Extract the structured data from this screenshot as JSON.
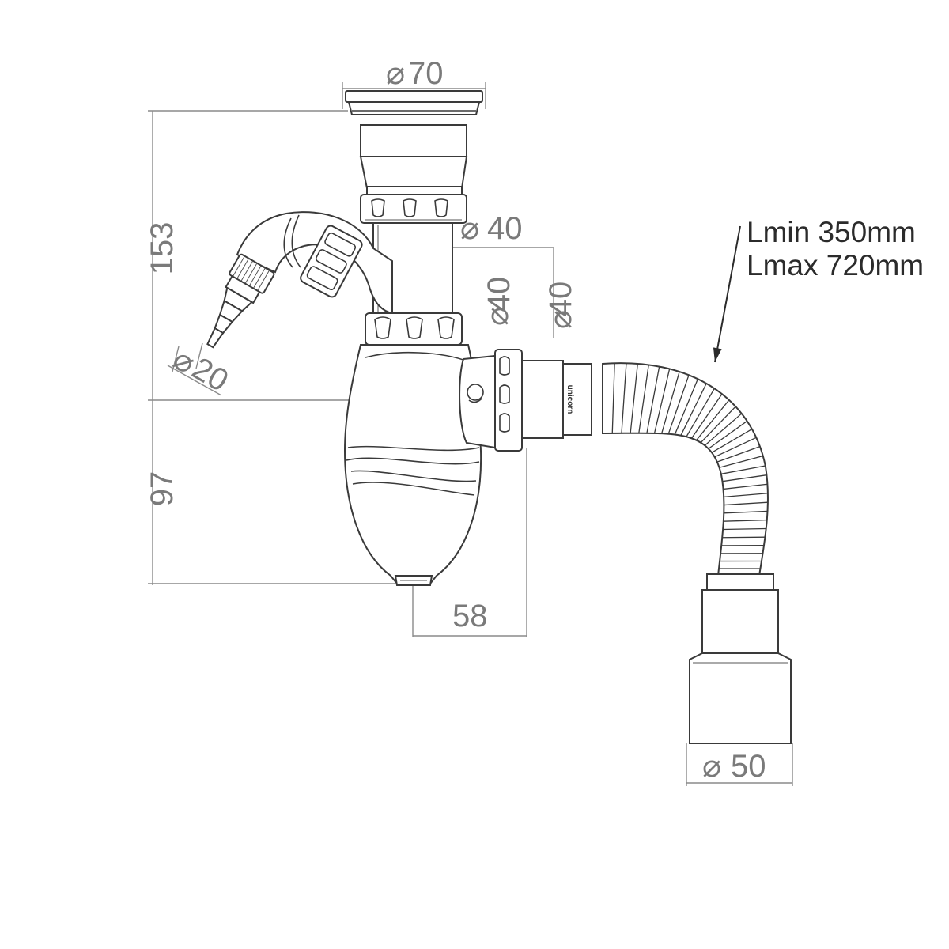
{
  "dimensions": {
    "top_diameter": "70",
    "height_upper": "153",
    "height_lower": "97",
    "outlet_diameter": "40",
    "pipe_diameter": "40",
    "side_outlet_diameter": "40",
    "hose_nipple_diameter": "20",
    "offset": "58",
    "end_diameter": "50"
  },
  "hose_length": {
    "min": "Lmin 350mm",
    "max": "Lmax 720mm"
  },
  "brand_mark": "unicorn",
  "symbols": {
    "diameter": "⌀"
  }
}
